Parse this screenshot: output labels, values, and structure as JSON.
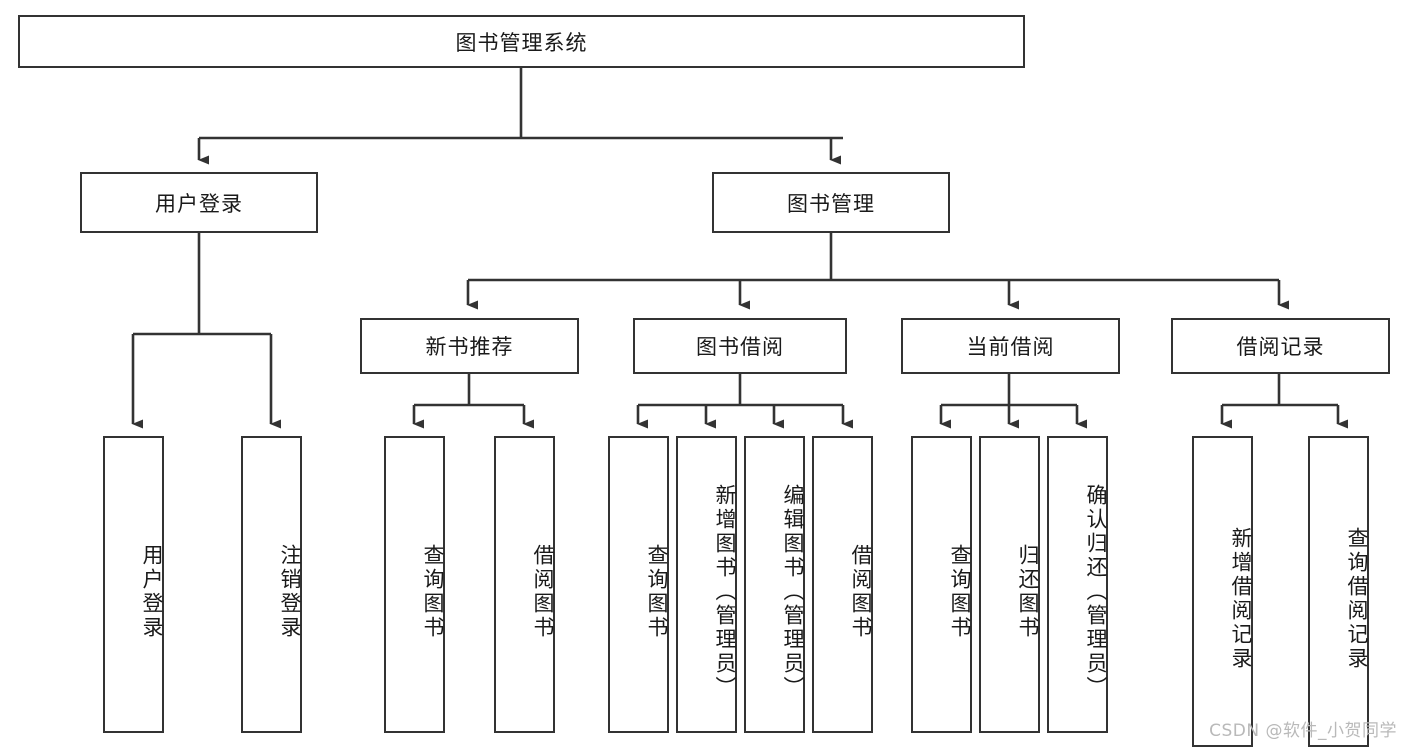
{
  "diagram": {
    "type": "tree-hierarchy-diagram",
    "title_text": "图书管理系统",
    "colors": {
      "box_border": "#333333",
      "box_fill": "#ffffff",
      "edge": "#333333",
      "text": "#1a1a1a",
      "watermark": "#b9b9b9",
      "background": "#ffffff"
    },
    "watermark": "CSDN @软件_小贺同学",
    "levels": {
      "root": {
        "label": "图书管理系统"
      },
      "level2": [
        {
          "label": "用户登录"
        },
        {
          "label": "图书管理"
        }
      ],
      "level3": [
        {
          "label": "新书推荐"
        },
        {
          "label": "图书借阅"
        },
        {
          "label": "当前借阅"
        },
        {
          "label": "借阅记录"
        }
      ]
    },
    "leaves": {
      "user_login_children": [
        {
          "label": "用户登录"
        },
        {
          "label": "注销登录"
        }
      ],
      "new_book_children": [
        {
          "label": "查询图书"
        },
        {
          "label": "借阅图书"
        }
      ],
      "book_borrow_children": [
        {
          "label": "查询图书"
        },
        {
          "label": "新增图书（管理员）"
        },
        {
          "label": "编辑图书（管理员）"
        },
        {
          "label": "借阅图书"
        }
      ],
      "current_borrow_children": [
        {
          "label": "查询图书"
        },
        {
          "label": "归还图书"
        },
        {
          "label": "确认归还（管理员）"
        }
      ],
      "borrow_record_children": [
        {
          "label": "新增借阅记录"
        },
        {
          "label": "查询借阅记录"
        }
      ]
    }
  }
}
